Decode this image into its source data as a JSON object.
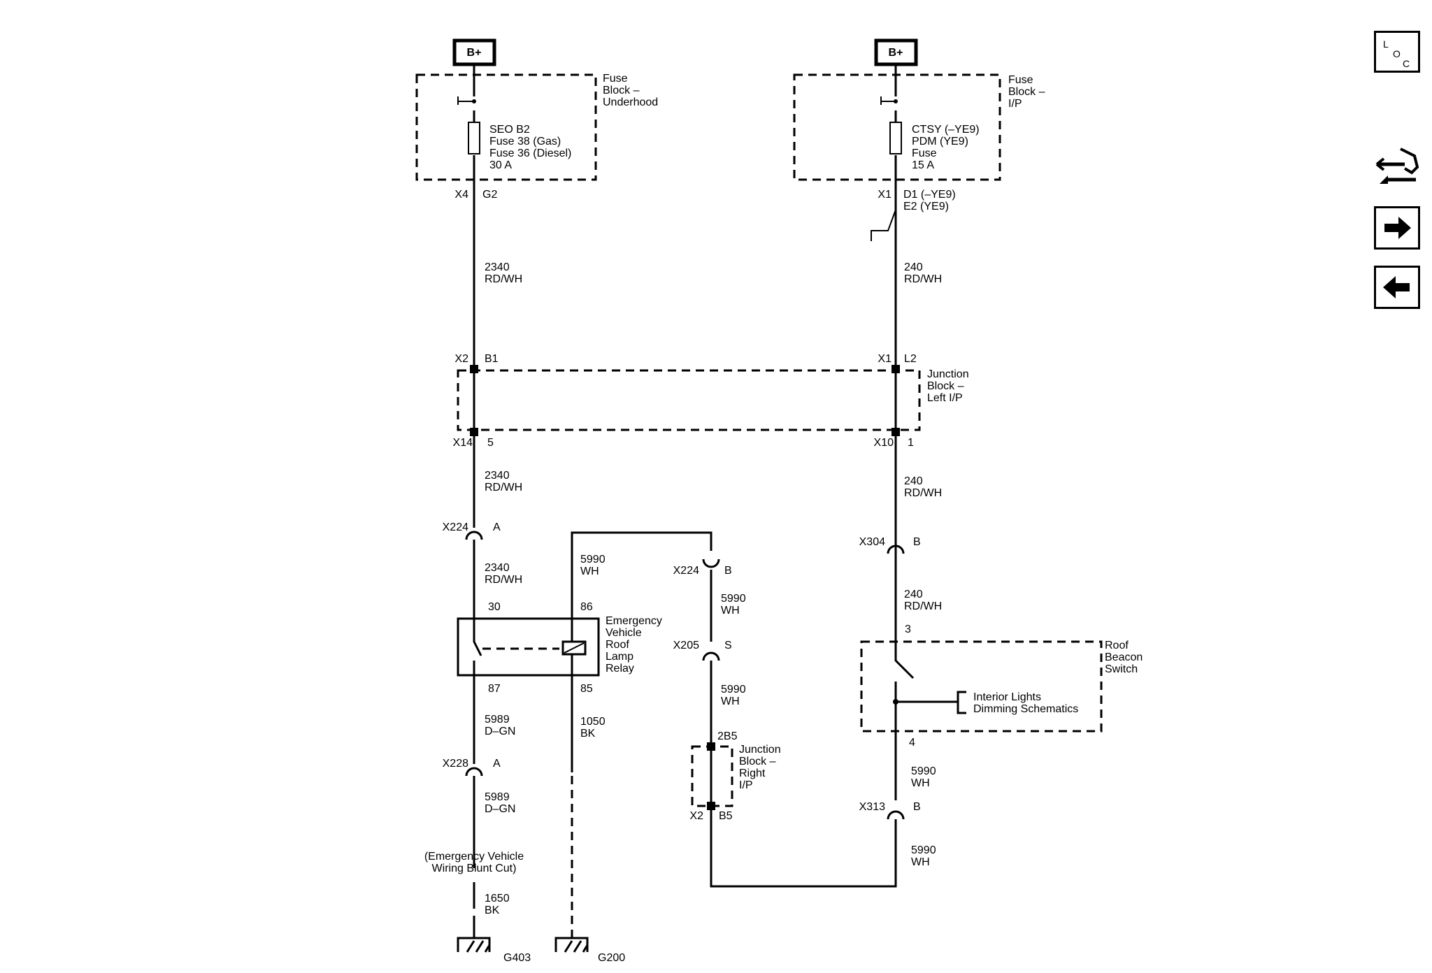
{
  "power": {
    "left_source": "B+",
    "right_source": "B+"
  },
  "fuse_block_underhood": {
    "title": [
      "Fuse",
      "Block –",
      "Underhood"
    ],
    "fuse": [
      "SEO B2",
      "Fuse 38 (Gas)",
      "Fuse 36 (Diesel)",
      "30 A"
    ],
    "connector": "X4",
    "pin": "G2"
  },
  "fuse_block_ip": {
    "title": [
      "Fuse",
      "Block –",
      "I/P"
    ],
    "fuse": [
      "CTSY (–YE9)",
      "PDM (YE9)",
      "Fuse",
      "15 A"
    ],
    "connector": "X1",
    "pin": [
      "D1 (–YE9)",
      "E2 (YE9)"
    ]
  },
  "junction_block_left": {
    "title": [
      "Junction",
      "Block –",
      "Left I/P"
    ],
    "top_left_conn": "X2",
    "top_left_pin": "B1",
    "top_right_conn": "X1",
    "top_right_pin": "L2",
    "bot_left_conn": "X14",
    "bot_left_pin": "5",
    "bot_right_conn": "X10",
    "bot_right_pin": "1"
  },
  "wires": {
    "w_2340_a": [
      "2340",
      "RD/WH"
    ],
    "w_240_a": [
      "240",
      "RD/WH"
    ],
    "w_2340_b": [
      "2340",
      "RD/WH"
    ],
    "w_240_b": [
      "240",
      "RD/WH"
    ],
    "w_2340_c": [
      "2340",
      "RD/WH"
    ],
    "w_5990_a": [
      "5990",
      "WH"
    ],
    "w_5990_b": [
      "5990",
      "WH"
    ],
    "w_240_c": [
      "240",
      "RD/WH"
    ],
    "w_5990_c": [
      "5990",
      "WH"
    ],
    "w_5989_a": [
      "5989",
      "D–GN"
    ],
    "w_1050": [
      "1050",
      "BK"
    ],
    "w_5990_d": [
      "5990",
      "WH"
    ],
    "w_5989_b": [
      "5989",
      "D–GN"
    ],
    "w_5990_e": [
      "5990",
      "WH"
    ],
    "w_1650": [
      "1650",
      "BK"
    ]
  },
  "connectors": {
    "x224_a": {
      "name": "X224",
      "pin": "A"
    },
    "x224_b": {
      "name": "X224",
      "pin": "B"
    },
    "x304_b": {
      "name": "X304",
      "pin": "B"
    },
    "x205_s": {
      "name": "X205",
      "pin": "S"
    },
    "x228_a": {
      "name": "X228",
      "pin": "A"
    },
    "x313_b": {
      "name": "X313",
      "pin": "B"
    }
  },
  "relay": {
    "title": [
      "Emergency",
      "Vehicle",
      "Roof",
      "Lamp",
      "Relay"
    ],
    "pin_30": "30",
    "pin_86": "86",
    "pin_87": "87",
    "pin_85": "85"
  },
  "roof_beacon_switch": {
    "title": [
      "Roof",
      "Beacon",
      "Switch"
    ],
    "pin_top": "3",
    "pin_bottom": "4",
    "reference": [
      "Interior Lights",
      "Dimming Schematics"
    ]
  },
  "junction_block_right": {
    "title": [
      "Junction",
      "Block –",
      "Right",
      "I/P"
    ],
    "pin_top": "2B5",
    "connector": "X2",
    "pin_bottom": "B5"
  },
  "blunt_cut": [
    "(Emergency Vehicle",
    "Wiring Blunt Cut)"
  ],
  "grounds": {
    "g403": "G403",
    "g200": "G200"
  },
  "nav": {
    "loc": {
      "l": "L",
      "o": "O",
      "c": "C"
    }
  }
}
